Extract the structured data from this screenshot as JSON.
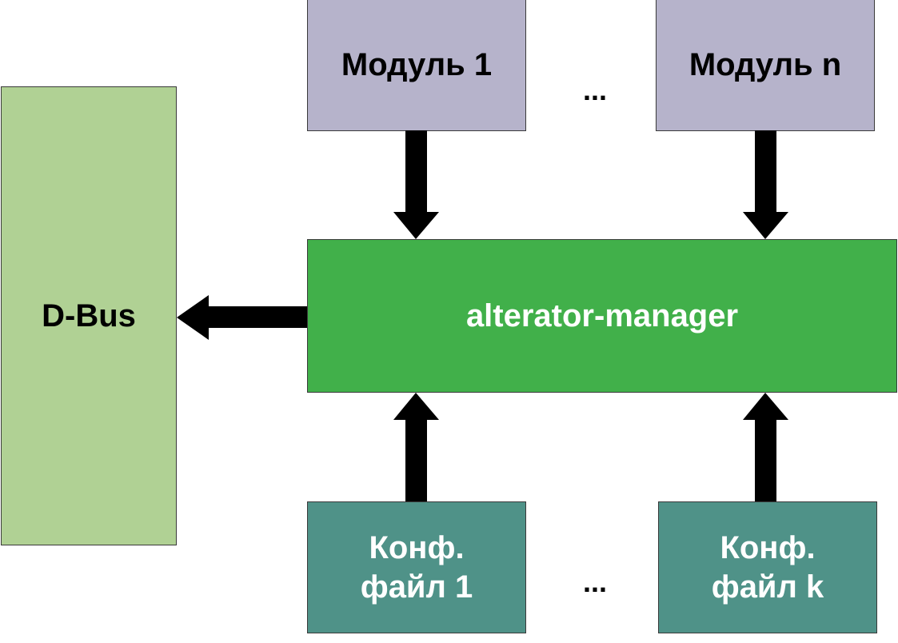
{
  "nodes": {
    "dbus": {
      "label": "D-Bus"
    },
    "manager": {
      "label": "alterator-manager"
    },
    "module_1": {
      "label": "Модуль 1"
    },
    "module_n": {
      "label": "Модуль n"
    },
    "config_1": {
      "line1": "Конф.",
      "line2": "файл 1"
    },
    "config_k": {
      "line1": "Конф.",
      "line2": "файл k"
    }
  },
  "ellipsis": {
    "modules": "...",
    "configs": "..."
  },
  "edges": [
    {
      "from": "module_1",
      "to": "manager"
    },
    {
      "from": "module_n",
      "to": "manager"
    },
    {
      "from": "config_1",
      "to": "manager"
    },
    {
      "from": "config_k",
      "to": "manager"
    },
    {
      "from": "manager",
      "to": "dbus"
    }
  ],
  "colors": {
    "dbus": "#b0d194",
    "manager": "#41b04a",
    "module": "#b6b3cb",
    "config": "#4f9288",
    "arrow": "#000000"
  }
}
